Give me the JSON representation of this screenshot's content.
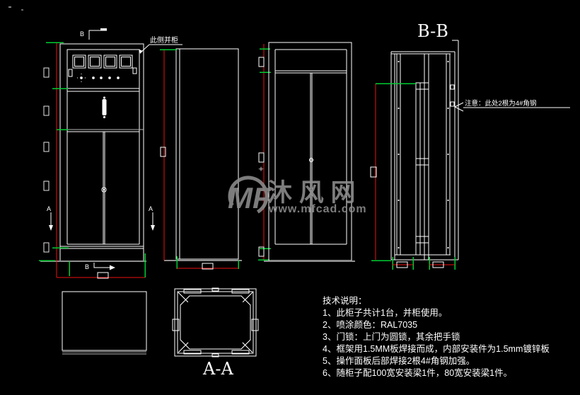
{
  "colors": {
    "background": "#000000",
    "line": "#ffffff",
    "dimension_red": "#ee1111",
    "tick_green": "#00cc33",
    "floor_gray": "#8f8f8f",
    "watermark_gray": "#8e8e8e",
    "divider_gray": "#b9b9b9"
  },
  "labels": {
    "section_bb": "B-B",
    "section_aa": "A-A",
    "marker_b": "B",
    "marker_a": "A",
    "side_join_note": "此侧并柜",
    "angle_steel_note": "注意：此处2根为4#角钢"
  },
  "tech_notes": {
    "title": "技术说明：",
    "items": [
      "1、此柜子共计1台，并柜使用。",
      "2、喷涂颜色：RAL7035",
      "3、门锁：上门为圆锁，其余把手锁",
      "4、框架用1.5MM板焊接而成，内部安装件为1.5mm镀锌板",
      "5、操作面板后部焊接2根4#角钢加强。",
      "6、随柜子配100宽安装梁1件，80宽安装梁1件。"
    ]
  },
  "watermark": {
    "logo_text": "MF",
    "brand": "沐 风 网",
    "url": "www.mfcad.com",
    "sparkle": "✦"
  }
}
